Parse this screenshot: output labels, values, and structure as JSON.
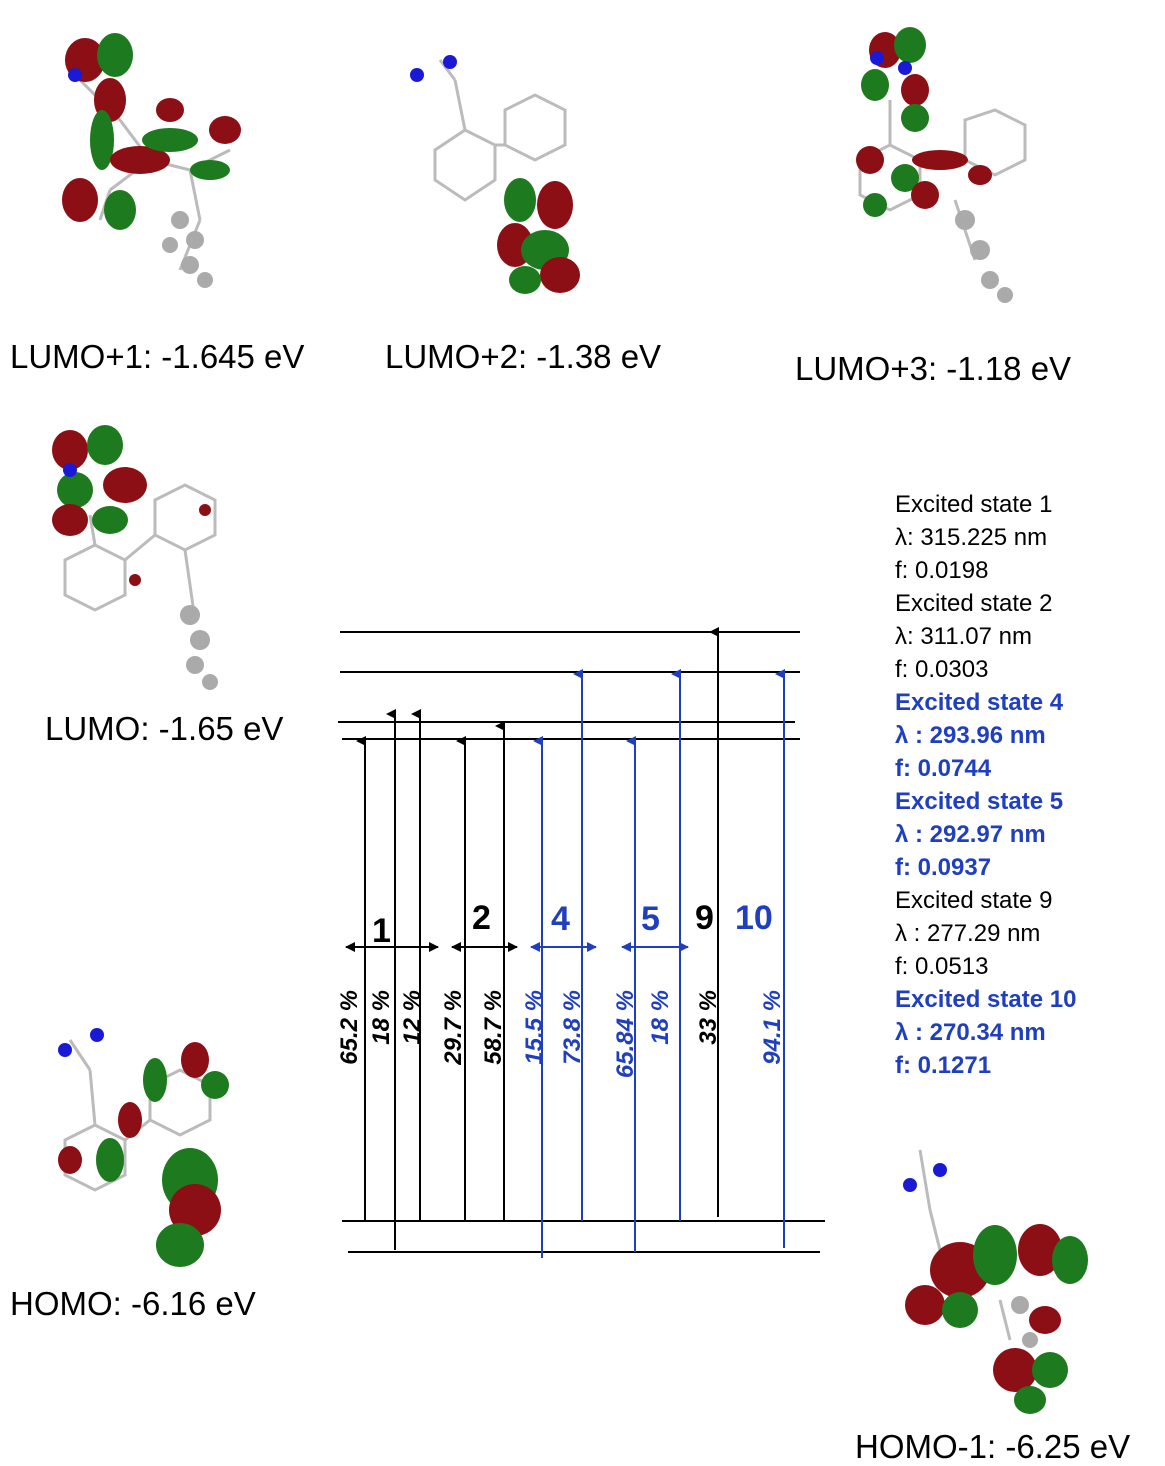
{
  "orbitals": {
    "lumo_p1": "LUMO+1: -1.645 eV",
    "lumo_p2": "LUMO+2: -1.38 eV",
    "lumo_p3": "LUMO+3: -1.18 eV",
    "lumo": "LUMO: -1.65 eV",
    "homo": "HOMO: -6.16 eV",
    "homo_m1": "HOMO-1: -6.25 eV"
  },
  "excited_states": [
    {
      "state": "Excited state 1",
      "lambda": "λ: 315.225 nm",
      "f": "f: 0.0198",
      "highlight": false
    },
    {
      "state": "Excited state 2",
      "lambda": "λ: 311.07 nm",
      "f": "f: 0.0303",
      "highlight": false
    },
    {
      "state": "Excited state 4",
      "lambda": "λ : 293.96 nm",
      "f": "f: 0.0744",
      "highlight": true
    },
    {
      "state": "Excited state 5",
      "lambda": "λ : 292.97 nm",
      "f": "f: 0.0937",
      "highlight": true
    },
    {
      "state": "Excited state 9",
      "lambda": "λ : 277.29 nm",
      "f": "f: 0.0513",
      "highlight": false
    },
    {
      "state": "Excited state 10",
      "lambda": "λ : 270.34 nm",
      "f": "f: 0.1271",
      "highlight": true
    }
  ],
  "transition_groups": [
    "1",
    "2",
    "4",
    "5",
    "9",
    "10"
  ],
  "percentages": [
    "65.2 %",
    "18 %",
    "12 %",
    "29.7 %",
    "58.7 %",
    "15.5 %",
    "73.8 %",
    "65.84 %",
    "18 %",
    "33 %",
    "94.1 %"
  ],
  "colors": {
    "black": "#000000",
    "blue": "#1f3fbf",
    "orbital_red": "#8b0f14",
    "orbital_green": "#1e7a1e",
    "carbon": "#a8a8a8",
    "nitrogen": "#1a1ad6"
  }
}
